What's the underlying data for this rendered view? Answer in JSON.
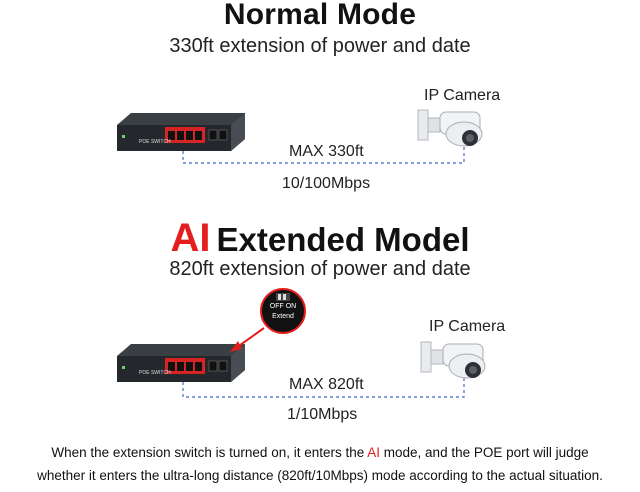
{
  "normal": {
    "title": "Normal Mode",
    "subtitle": "330ft extension of power and date",
    "camera_label": "IP Camera",
    "max_label": "MAX 330ft",
    "speed_label": "10/100Mbps"
  },
  "extended": {
    "title_prefix": "AI",
    "title_rest": "Extended Model",
    "subtitle": "820ft extension of power and date",
    "camera_label": "IP Camera",
    "max_label": "MAX 820ft",
    "speed_label": "1/10Mbps",
    "switch_callout": {
      "line1": "OFF ON",
      "line2": "Extend"
    }
  },
  "switch_label": "POE SWITCH",
  "footer": {
    "part1": "When the extension switch is turned on, it enters the ",
    "ai": "AI",
    "part2": " mode, and the POE port will judge",
    "line2": "whether it enters the ultra-long distance (820ft/10Mbps) mode according to the actual situation."
  },
  "colors": {
    "accent_red": "#e41d1d",
    "cable_blue": "#5b7fd6",
    "switch_body": "#2b2f33"
  }
}
